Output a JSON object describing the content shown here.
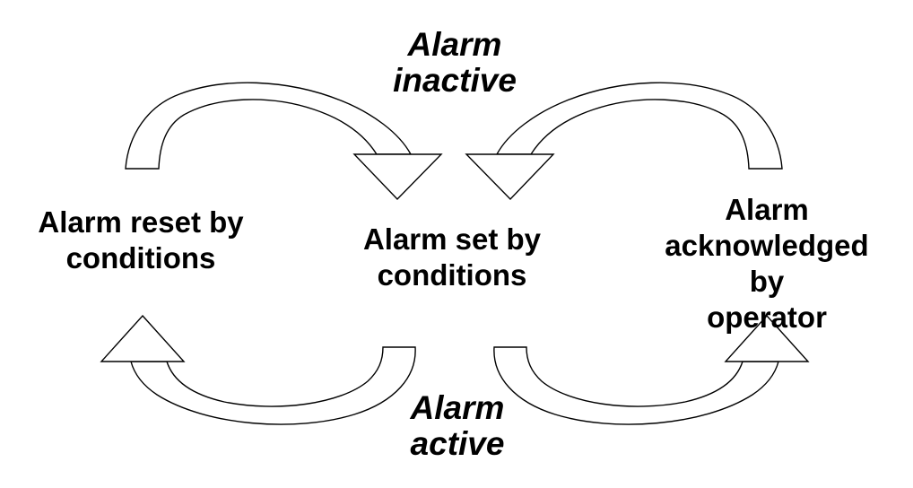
{
  "diagram": {
    "type": "state-cycle",
    "background_color": "#ffffff",
    "line_color": "#000000",
    "text_color": "#000000",
    "states": {
      "inactive": {
        "label": "Alarm\ninactive"
      },
      "active": {
        "label": "Alarm\nactive"
      }
    },
    "transitions": {
      "reset": {
        "label": "Alarm reset by\nconditions"
      },
      "set": {
        "label": "Alarm set by\nconditions"
      },
      "acknowledged": {
        "label": "Alarm\nacknowledged by\noperator"
      }
    },
    "arrows": [
      {
        "name": "top-left-curved-arrow-icon",
        "points": "down-right"
      },
      {
        "name": "top-right-curved-arrow-icon",
        "points": "down-left"
      },
      {
        "name": "bottom-left-curved-arrow-icon",
        "points": "up-left"
      },
      {
        "name": "bottom-right-curved-arrow-icon",
        "points": "up-right"
      }
    ]
  }
}
